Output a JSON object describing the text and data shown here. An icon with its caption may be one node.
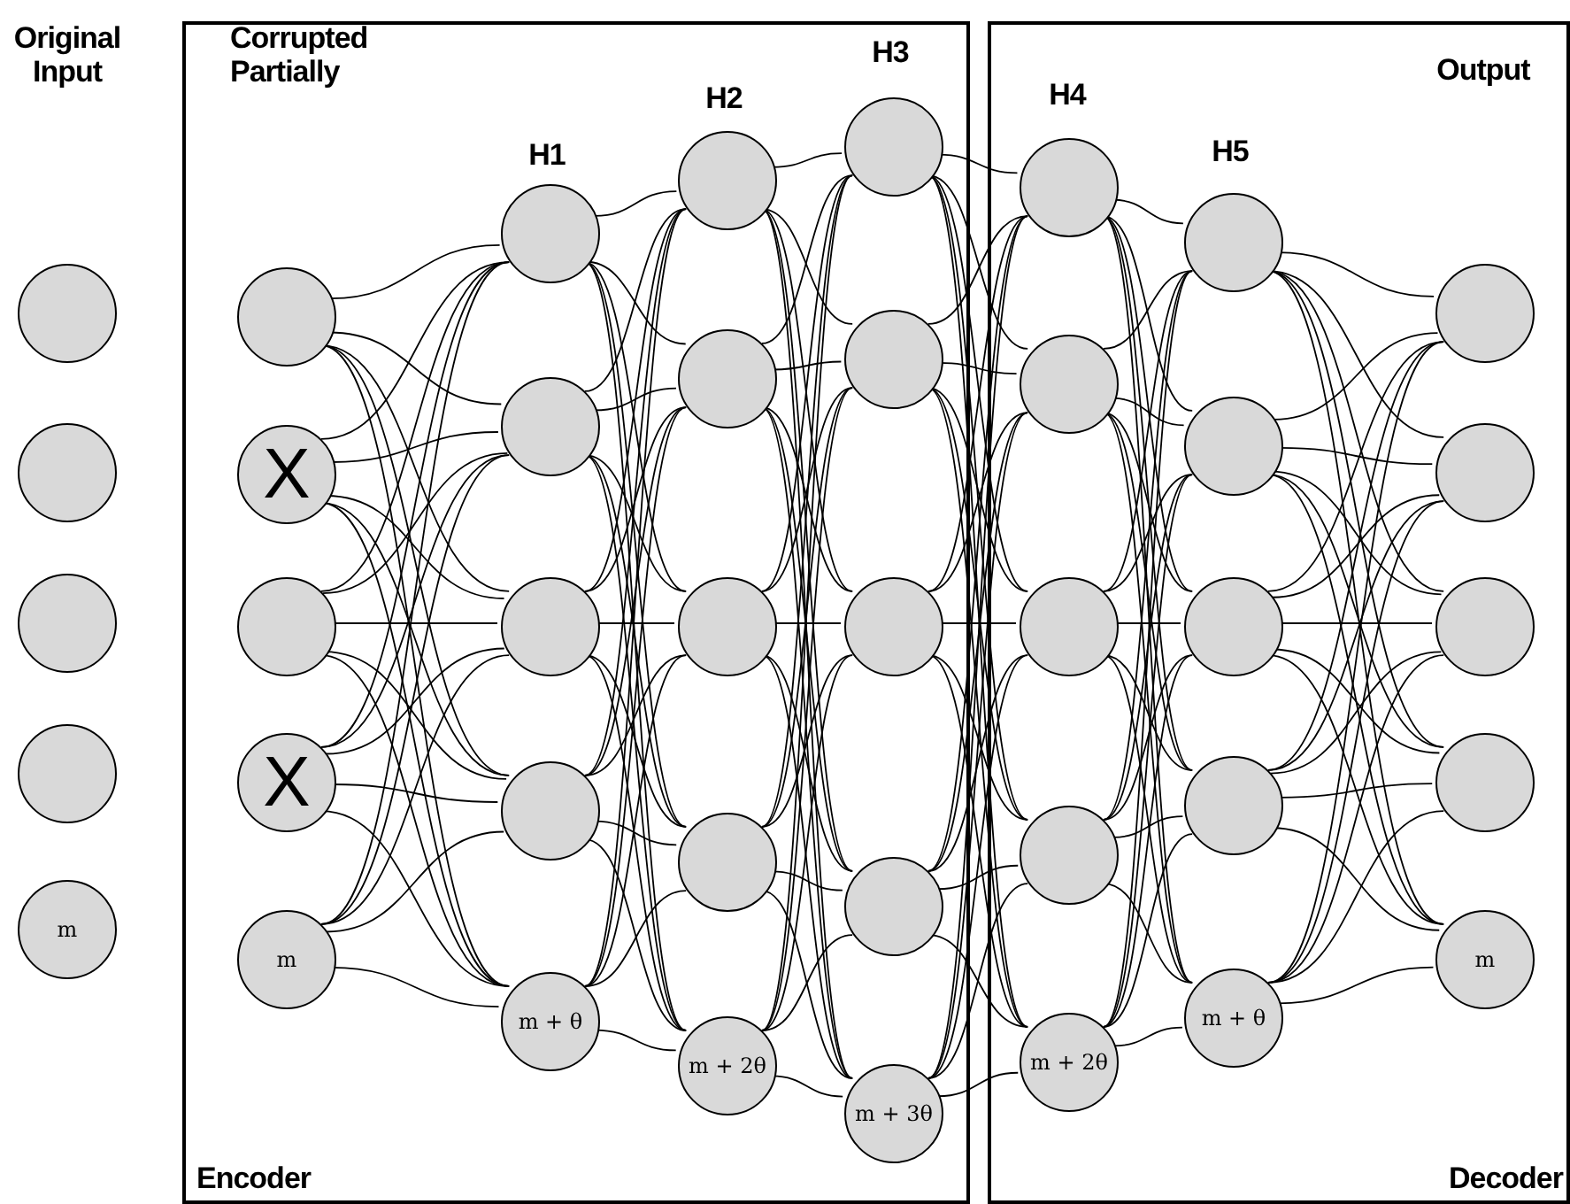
{
  "diagram": {
    "nodes": [
      {
        "text": [
          "Encoder"
        ]
      },
      {
        "text": [
          "Decoder"
        ]
      },
      {
        "text": [],
        "shape": "circle"
      },
      {
        "text": [],
        "shape": "circle"
      },
      {
        "text": [],
        "shape": "circle"
      },
      {
        "text": [],
        "shape": "circle"
      },
      {
        "text": [
          "m"
        ]
      },
      {
        "text": [],
        "shape": "circle",
        "in": 0
      },
      {
        "text": [
          "X"
        ],
        "in": 0
      },
      {
        "text": [],
        "shape": "circle",
        "in": 0
      },
      {
        "text": [
          "X"
        ],
        "in": 0
      },
      {
        "text": [
          "m"
        ],
        "in": 0
      },
      {
        "text": [],
        "shape": "circle",
        "in": 0
      },
      {
        "text": [],
        "shape": "circle",
        "in": 0
      },
      {
        "text": [],
        "shape": "circle",
        "in": 0
      },
      {
        "text": [],
        "shape": "circle",
        "in": 0
      },
      {
        "text": [
          "m + θ"
        ],
        "in": 0
      },
      {
        "text": [],
        "shape": "circle",
        "in": 0
      },
      {
        "text": [],
        "shape": "circle",
        "in": 0
      },
      {
        "text": [],
        "shape": "circle",
        "in": 0
      },
      {
        "text": [],
        "shape": "circle",
        "in": 0
      },
      {
        "text": [
          "m + 2θ"
        ],
        "in": 0
      },
      {
        "text": [],
        "shape": "circle",
        "in": 0
      },
      {
        "text": [],
        "shape": "circle",
        "in": 0
      },
      {
        "text": [],
        "shape": "circle",
        "in": 0
      },
      {
        "text": [],
        "shape": "circle",
        "in": 0
      },
      {
        "text": [
          "m + 3θ"
        ],
        "in": 0
      },
      {
        "text": [],
        "shape": "circle",
        "in": 1
      },
      {
        "text": [],
        "shape": "circle",
        "in": 1
      },
      {
        "text": [],
        "shape": "circle",
        "in": 1
      },
      {
        "text": [],
        "shape": "circle",
        "in": 1
      },
      {
        "text": [
          "m + 2θ"
        ],
        "in": 1
      },
      {
        "text": [],
        "shape": "circle",
        "in": 1
      },
      {
        "text": [],
        "shape": "circle",
        "in": 1
      },
      {
        "text": [],
        "shape": "circle",
        "in": 1
      },
      {
        "text": [],
        "shape": "circle",
        "in": 1
      },
      {
        "text": [
          "m + θ"
        ],
        "in": 1
      },
      {
        "text": [],
        "shape": "circle",
        "in": 1
      },
      {
        "text": [],
        "shape": "circle",
        "in": 1
      },
      {
        "text": [],
        "shape": "circle",
        "in": 1
      },
      {
        "text": [],
        "shape": "circle",
        "in": 1
      },
      {
        "text": [
          "m"
        ],
        "in": 1
      }
    ],
    "edges": [
      {
        "from": 7,
        "to": 12,
        "arrow": "none"
      },
      {
        "from": 7,
        "to": 13,
        "arrow": "none"
      },
      {
        "from": 7,
        "to": 14,
        "arrow": "none"
      },
      {
        "from": 7,
        "to": 15,
        "arrow": "none"
      },
      {
        "from": 7,
        "to": 16,
        "arrow": "none"
      },
      {
        "from": 8,
        "to": 12,
        "arrow": "none"
      },
      {
        "from": 8,
        "to": 13,
        "arrow": "none"
      },
      {
        "from": 8,
        "to": 14,
        "arrow": "none"
      },
      {
        "from": 8,
        "to": 15,
        "arrow": "none"
      },
      {
        "from": 8,
        "to": 16,
        "arrow": "none"
      },
      {
        "from": 9,
        "to": 12,
        "arrow": "none"
      },
      {
        "from": 9,
        "to": 13,
        "arrow": "none"
      },
      {
        "from": 9,
        "to": 14,
        "arrow": "none"
      },
      {
        "from": 9,
        "to": 15,
        "arrow": "none"
      },
      {
        "from": 9,
        "to": 16,
        "arrow": "none"
      },
      {
        "from": 10,
        "to": 12,
        "arrow": "none"
      },
      {
        "from": 10,
        "to": 13,
        "arrow": "none"
      },
      {
        "from": 10,
        "to": 14,
        "arrow": "none"
      },
      {
        "from": 10,
        "to": 15,
        "arrow": "none"
      },
      {
        "from": 10,
        "to": 16,
        "arrow": "none"
      },
      {
        "from": 11,
        "to": 12,
        "arrow": "none"
      },
      {
        "from": 11,
        "to": 13,
        "arrow": "none"
      },
      {
        "from": 11,
        "to": 14,
        "arrow": "none"
      },
      {
        "from": 11,
        "to": 15,
        "arrow": "none"
      },
      {
        "from": 11,
        "to": 16,
        "arrow": "none"
      },
      {
        "from": 12,
        "to": 17,
        "arrow": "none"
      },
      {
        "from": 12,
        "to": 18,
        "arrow": "none"
      },
      {
        "from": 12,
        "to": 19,
        "arrow": "none"
      },
      {
        "from": 12,
        "to": 20,
        "arrow": "none"
      },
      {
        "from": 12,
        "to": 21,
        "arrow": "none"
      },
      {
        "from": 13,
        "to": 17,
        "arrow": "none"
      },
      {
        "from": 13,
        "to": 18,
        "arrow": "none"
      },
      {
        "from": 13,
        "to": 19,
        "arrow": "none"
      },
      {
        "from": 13,
        "to": 20,
        "arrow": "none"
      },
      {
        "from": 13,
        "to": 21,
        "arrow": "none"
      },
      {
        "from": 14,
        "to": 17,
        "arrow": "none"
      },
      {
        "from": 14,
        "to": 18,
        "arrow": "none"
      },
      {
        "from": 14,
        "to": 19,
        "arrow": "none"
      },
      {
        "from": 14,
        "to": 20,
        "arrow": "none"
      },
      {
        "from": 14,
        "to": 21,
        "arrow": "none"
      },
      {
        "from": 15,
        "to": 17,
        "arrow": "none"
      },
      {
        "from": 15,
        "to": 18,
        "arrow": "none"
      },
      {
        "from": 15,
        "to": 19,
        "arrow": "none"
      },
      {
        "from": 15,
        "to": 20,
        "arrow": "none"
      },
      {
        "from": 15,
        "to": 21,
        "arrow": "none"
      },
      {
        "from": 16,
        "to": 17,
        "arrow": "none"
      },
      {
        "from": 16,
        "to": 18,
        "arrow": "none"
      },
      {
        "from": 16,
        "to": 19,
        "arrow": "none"
      },
      {
        "from": 16,
        "to": 20,
        "arrow": "none"
      },
      {
        "from": 16,
        "to": 21,
        "arrow": "none"
      },
      {
        "from": 17,
        "to": 22,
        "arrow": "none"
      },
      {
        "from": 17,
        "to": 23,
        "arrow": "none"
      },
      {
        "from": 17,
        "to": 24,
        "arrow": "none"
      },
      {
        "from": 17,
        "to": 25,
        "arrow": "none"
      },
      {
        "from": 17,
        "to": 26,
        "arrow": "none"
      },
      {
        "from": 18,
        "to": 22,
        "arrow": "none"
      },
      {
        "from": 18,
        "to": 23,
        "arrow": "none"
      },
      {
        "from": 18,
        "to": 24,
        "arrow": "none"
      },
      {
        "from": 18,
        "to": 25,
        "arrow": "none"
      },
      {
        "from": 18,
        "to": 26,
        "arrow": "none"
      },
      {
        "from": 19,
        "to": 22,
        "arrow": "none"
      },
      {
        "from": 19,
        "to": 23,
        "arrow": "none"
      },
      {
        "from": 19,
        "to": 24,
        "arrow": "none"
      },
      {
        "from": 19,
        "to": 25,
        "arrow": "none"
      },
      {
        "from": 19,
        "to": 26,
        "arrow": "none"
      },
      {
        "from": 20,
        "to": 22,
        "arrow": "none"
      },
      {
        "from": 20,
        "to": 23,
        "arrow": "none"
      },
      {
        "from": 20,
        "to": 24,
        "arrow": "none"
      },
      {
        "from": 20,
        "to": 25,
        "arrow": "none"
      },
      {
        "from": 20,
        "to": 26,
        "arrow": "none"
      },
      {
        "from": 21,
        "to": 22,
        "arrow": "none"
      },
      {
        "from": 21,
        "to": 23,
        "arrow": "none"
      },
      {
        "from": 21,
        "to": 24,
        "arrow": "none"
      },
      {
        "from": 21,
        "to": 25,
        "arrow": "none"
      },
      {
        "from": 21,
        "to": 26,
        "arrow": "none"
      },
      {
        "from": 22,
        "to": 27,
        "arrow": "none"
      },
      {
        "from": 22,
        "to": 28,
        "arrow": "none"
      },
      {
        "from": 22,
        "to": 29,
        "arrow": "none"
      },
      {
        "from": 22,
        "to": 30,
        "arrow": "none"
      },
      {
        "from": 22,
        "to": 31,
        "arrow": "none"
      },
      {
        "from": 23,
        "to": 27,
        "arrow": "none"
      },
      {
        "from": 23,
        "to": 28,
        "arrow": "none"
      },
      {
        "from": 23,
        "to": 29,
        "arrow": "none"
      },
      {
        "from": 23,
        "to": 30,
        "arrow": "none"
      },
      {
        "from": 23,
        "to": 31,
        "arrow": "none"
      },
      {
        "from": 24,
        "to": 27,
        "arrow": "none"
      },
      {
        "from": 24,
        "to": 28,
        "arrow": "none"
      },
      {
        "from": 24,
        "to": 29,
        "arrow": "none"
      },
      {
        "from": 24,
        "to": 30,
        "arrow": "none"
      },
      {
        "from": 24,
        "to": 31,
        "arrow": "none"
      },
      {
        "from": 25,
        "to": 27,
        "arrow": "none"
      },
      {
        "from": 25,
        "to": 28,
        "arrow": "none"
      },
      {
        "from": 25,
        "to": 29,
        "arrow": "none"
      },
      {
        "from": 25,
        "to": 30,
        "arrow": "none"
      },
      {
        "from": 25,
        "to": 31,
        "arrow": "none"
      },
      {
        "from": 26,
        "to": 27,
        "arrow": "none"
      },
      {
        "from": 26,
        "to": 28,
        "arrow": "none"
      },
      {
        "from": 26,
        "to": 29,
        "arrow": "none"
      },
      {
        "from": 26,
        "to": 30,
        "arrow": "none"
      },
      {
        "from": 26,
        "to": 31,
        "arrow": "none"
      },
      {
        "from": 27,
        "to": 32,
        "arrow": "none"
      },
      {
        "from": 27,
        "to": 33,
        "arrow": "none"
      },
      {
        "from": 27,
        "to": 34,
        "arrow": "none"
      },
      {
        "from": 27,
        "to": 35,
        "arrow": "none"
      },
      {
        "from": 27,
        "to": 36,
        "arrow": "none"
      },
      {
        "from": 28,
        "to": 32,
        "arrow": "none"
      },
      {
        "from": 28,
        "to": 33,
        "arrow": "none"
      },
      {
        "from": 28,
        "to": 34,
        "arrow": "none"
      },
      {
        "from": 28,
        "to": 35,
        "arrow": "none"
      },
      {
        "from": 28,
        "to": 36,
        "arrow": "none"
      },
      {
        "from": 29,
        "to": 32,
        "arrow": "none"
      },
      {
        "from": 29,
        "to": 33,
        "arrow": "none"
      },
      {
        "from": 29,
        "to": 34,
        "arrow": "none"
      },
      {
        "from": 29,
        "to": 35,
        "arrow": "none"
      },
      {
        "from": 29,
        "to": 36,
        "arrow": "none"
      },
      {
        "from": 30,
        "to": 32,
        "arrow": "none"
      },
      {
        "from": 30,
        "to": 33,
        "arrow": "none"
      },
      {
        "from": 30,
        "to": 34,
        "arrow": "none"
      },
      {
        "from": 30,
        "to": 35,
        "arrow": "none"
      },
      {
        "from": 30,
        "to": 36,
        "arrow": "none"
      },
      {
        "from": 31,
        "to": 32,
        "arrow": "none"
      },
      {
        "from": 31,
        "to": 33,
        "arrow": "none"
      },
      {
        "from": 31,
        "to": 34,
        "arrow": "none"
      },
      {
        "from": 31,
        "to": 35,
        "arrow": "none"
      },
      {
        "from": 31,
        "to": 36,
        "arrow": "none"
      },
      {
        "from": 32,
        "to": 37,
        "arrow": "none"
      },
      {
        "from": 32,
        "to": 38,
        "arrow": "none"
      },
      {
        "from": 32,
        "to": 39,
        "arrow": "none"
      },
      {
        "from": 32,
        "to": 40,
        "arrow": "none"
      },
      {
        "from": 32,
        "to": 41,
        "arrow": "none"
      },
      {
        "from": 33,
        "to": 37,
        "arrow": "none"
      },
      {
        "from": 33,
        "to": 38,
        "arrow": "none"
      },
      {
        "from": 33,
        "to": 39,
        "arrow": "none"
      },
      {
        "from": 33,
        "to": 40,
        "arrow": "none"
      },
      {
        "from": 33,
        "to": 41,
        "arrow": "none"
      },
      {
        "from": 34,
        "to": 37,
        "arrow": "none"
      },
      {
        "from": 34,
        "to": 38,
        "arrow": "none"
      },
      {
        "from": 34,
        "to": 39,
        "arrow": "none"
      },
      {
        "from": 34,
        "to": 40,
        "arrow": "none"
      },
      {
        "from": 34,
        "to": 41,
        "arrow": "none"
      },
      {
        "from": 35,
        "to": 37,
        "arrow": "none"
      },
      {
        "from": 35,
        "to": 38,
        "arrow": "none"
      },
      {
        "from": 35,
        "to": 39,
        "arrow": "none"
      },
      {
        "from": 35,
        "to": 40,
        "arrow": "none"
      },
      {
        "from": 35,
        "to": 41,
        "arrow": "none"
      },
      {
        "from": 36,
        "to": 37,
        "arrow": "none"
      },
      {
        "from": 36,
        "to": 38,
        "arrow": "none"
      },
      {
        "from": 36,
        "to": 39,
        "arrow": "none"
      },
      {
        "from": 36,
        "to": 40,
        "arrow": "none"
      },
      {
        "from": 36,
        "to": 41,
        "arrow": "none"
      }
    ],
    "labels": [
      "Original Input",
      "Corrupted Partially",
      "H1",
      "H2",
      "H3",
      "H4",
      "H5",
      "Output"
    ]
  }
}
